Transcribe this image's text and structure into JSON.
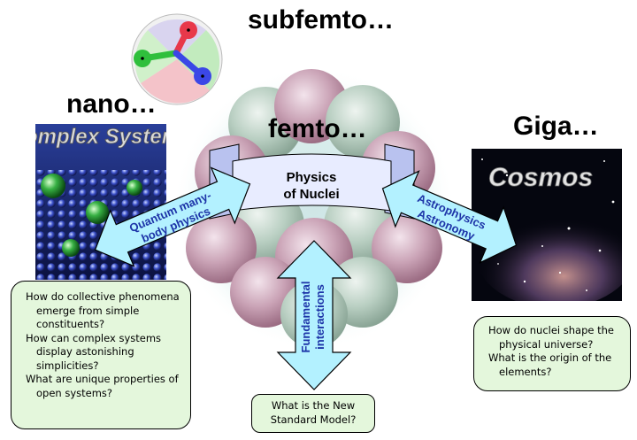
{
  "scales": {
    "subfemto": "subfemto…",
    "nano": "nano…",
    "femto": "femto…",
    "giga": "Giga…"
  },
  "images": {
    "complex_systems": "Complex Systems",
    "cosmos": "Cosmos"
  },
  "banner": {
    "line1": "Physics",
    "line2": "of Nuclei"
  },
  "arrows": {
    "left": {
      "line1": "Quantum many-",
      "line2": "body physics"
    },
    "right": {
      "line1": "Astrophysics",
      "line2": "Astronomy"
    },
    "down": {
      "line1": "Fundamental",
      "line2": "interactions"
    }
  },
  "questions": {
    "left": [
      "How do collective phenomena emerge from simple constituents?",
      "How can complex systems display astonishing simplicities?",
      "What are unique properties of open systems?"
    ],
    "right": [
      "How do nuclei shape the physical universe?",
      "What is the origin of the elements?"
    ],
    "bottom": [
      "What is the New Standard Model?"
    ]
  },
  "colors": {
    "arrow_fill": "#b3f1ff",
    "question_fill": "#e4f7dc",
    "banner_fill": "#e8ecff",
    "quark_red": "#e8384a",
    "quark_green": "#2fbf3c",
    "quark_blue": "#3b47e6"
  }
}
